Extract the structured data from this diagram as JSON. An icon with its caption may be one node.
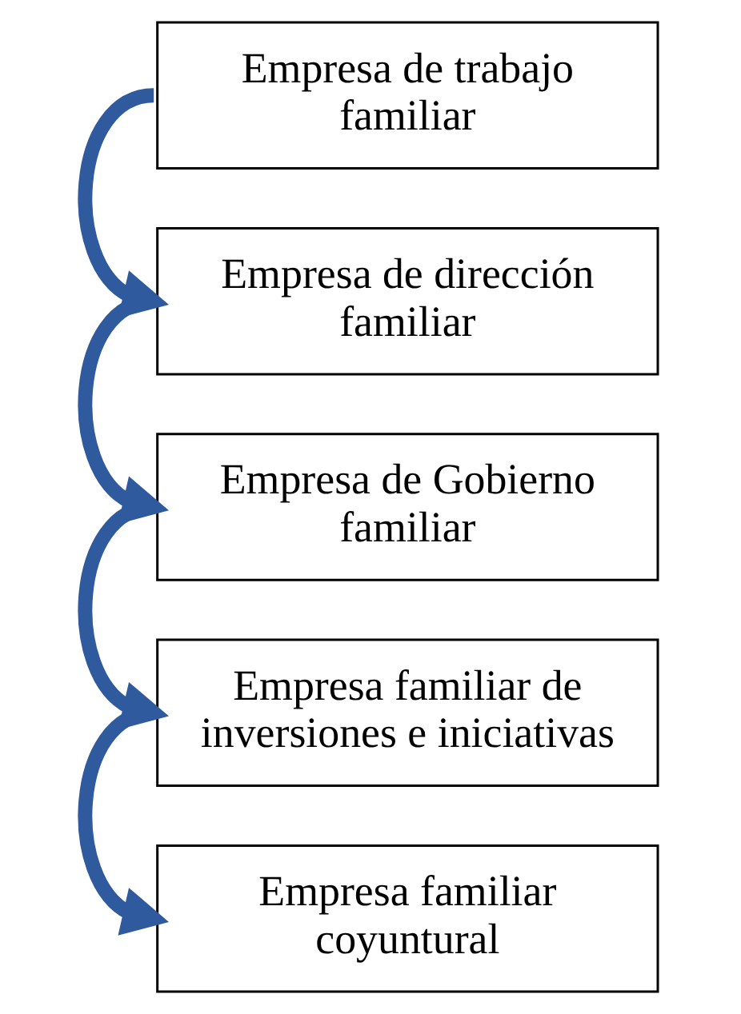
{
  "diagram": {
    "nodes": [
      {
        "text": [
          "Empresa de trabajo familiar"
        ]
      },
      {
        "text": [
          "Empresa de dirección familiar"
        ]
      },
      {
        "text": [
          "Empresa de Gobierno familiar"
        ]
      },
      {
        "text": [
          "Empresa familiar de inversiones e iniciativas"
        ]
      },
      {
        "text": [
          "Empresa familiar coyuntural"
        ]
      }
    ],
    "edges": [
      {
        "from": 0,
        "to": 1,
        "arrow": "to"
      },
      {
        "from": 1,
        "to": 2,
        "arrow": "to"
      },
      {
        "from": 2,
        "to": 3,
        "arrow": "to"
      },
      {
        "from": 3,
        "to": 4,
        "arrow": "to"
      }
    ]
  }
}
